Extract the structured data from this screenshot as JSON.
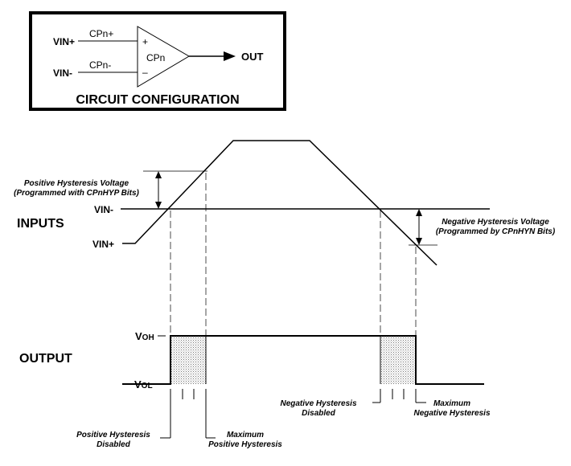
{
  "circuit": {
    "inputs": {
      "plus": "VIN+",
      "minus": "VIN-"
    },
    "wires": {
      "plus": "CPn+",
      "minus": "CPn-"
    },
    "comparator": {
      "label": "CPn",
      "plus_sign": "+",
      "minus_sign": "–"
    },
    "output": "OUT",
    "caption": "CIRCUIT CONFIGURATION"
  },
  "timing": {
    "inputs_label": "INPUTS",
    "output_label": "OUTPUT",
    "vin_minus": "VIN-",
    "vin_plus": "VIN+",
    "voh": {
      "main": "V",
      "sub": "OH"
    },
    "vol": {
      "main": "V",
      "sub": "OL"
    },
    "positive_hysteresis": {
      "line1": "Positive Hysteresis Voltage",
      "line2": "(Programmed with CPnHYP Bits)"
    },
    "negative_hysteresis": {
      "line1": "Negative Hysteresis Voltage",
      "line2": "(Programmed by CPnHYN Bits)"
    },
    "annotations": {
      "pos_disabled": {
        "line1": "Positive Hysteresis",
        "line2": "Disabled"
      },
      "max_pos": {
        "line1": "Maximum",
        "line2": "Positive Hysteresis"
      },
      "neg_disabled": {
        "line1": "Negative Hysteresis",
        "line2": "Disabled"
      },
      "max_neg": {
        "line1": "Maximum",
        "line2": "Negative Hysteresis"
      }
    }
  }
}
